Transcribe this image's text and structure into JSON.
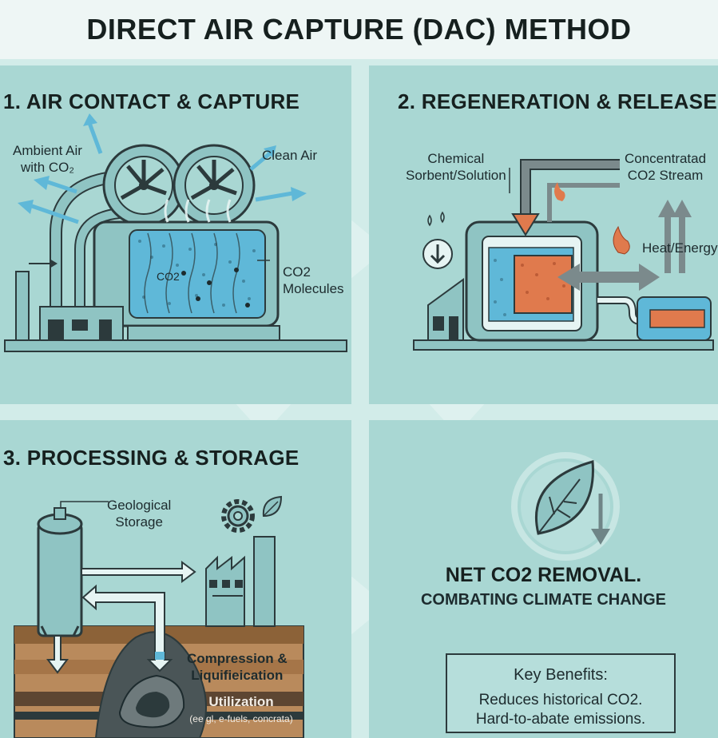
{
  "title": "DIRECT AIR CAPTURE (DAC) METHOD",
  "panel1": {
    "heading": "1. AIR CONTACT & CAPTURE",
    "ambient_air": [
      "Ambient Air",
      "with CO₂"
    ],
    "clean_air": "Clean Air",
    "co2_molecules": [
      "CO2",
      "Molecules"
    ],
    "co2_tag": "CO2"
  },
  "panel2": {
    "heading": "2. REGENERATION & RELEASE",
    "sorbent": [
      "Chemical",
      "Sorbent/Solution"
    ],
    "stream": [
      "Concentratad",
      "CO2 Stream"
    ],
    "heat": "Heat/Energy"
  },
  "panel3": {
    "heading": "3. PROCESSING & STORAGE",
    "geological": [
      "Geological",
      "Storage"
    ],
    "compression": [
      "Compression &",
      "Liquifieication"
    ],
    "utilization": "Utilization",
    "utilization_sub": "(ee gl, e-fuels, concrata)"
  },
  "panel4": {
    "net_title": "NET CO2 REMOVAL.",
    "net_sub": "COMBATING CLIMATE CHANGE",
    "benefits_heading": "Key Benefits:",
    "benefits": [
      "Reduces historical CO2.",
      "Hard-to-abate emissions."
    ]
  },
  "colors": {
    "panel": "#a9d7d3",
    "sorbent_blue": "#5fb8d8",
    "heated_orange": "#e07a4d",
    "machine": "#8fc4c3",
    "outline": "#2c3a3c",
    "soil": "#b98a5c",
    "flow_arrow": "#dff2f0"
  }
}
